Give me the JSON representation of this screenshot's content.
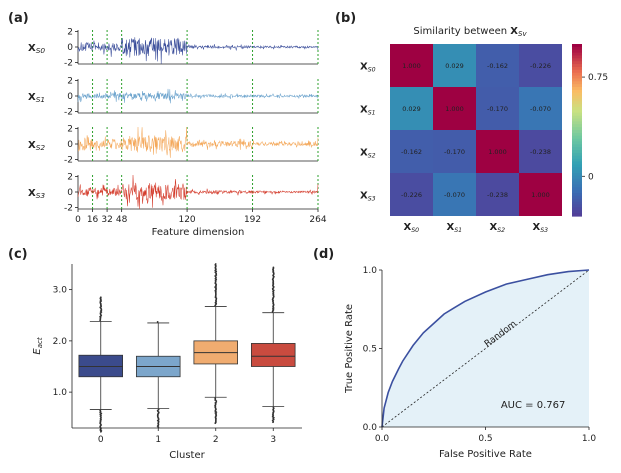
{
  "panel_labels": [
    "(a)",
    "(b)",
    "(c)",
    "(d)"
  ],
  "chart_data": [
    {
      "panel": "(a)",
      "type": "line",
      "xlabel": "Feature dimension",
      "xticks": [
        0,
        16,
        32,
        48,
        120,
        192,
        264
      ],
      "xlim": [
        0,
        264
      ],
      "yticks": [
        -2,
        0,
        2
      ],
      "ylim": [
        -2.2,
        2.2
      ],
      "boundaries": [
        16,
        32,
        48,
        120,
        192,
        264
      ],
      "boundary_color": "#2ca02c",
      "series": [
        {
          "name": "X_S0",
          "label_main": "X",
          "label_sub": "S0",
          "color": "#3a4d9a",
          "amplitude": [
            0.9,
            0.7,
            0.8,
            1.7,
            0.25,
            0.18
          ]
        },
        {
          "name": "X_S1",
          "label_main": "X",
          "label_sub": "S1",
          "color": "#6aa2cc",
          "amplitude": [
            0.5,
            0.5,
            0.6,
            0.6,
            0.25,
            0.2
          ]
        },
        {
          "name": "X_S2",
          "label_main": "X",
          "label_sub": "S2",
          "color": "#f4a85a",
          "amplitude": [
            1.3,
            0.7,
            0.9,
            1.6,
            0.55,
            0.3
          ]
        },
        {
          "name": "X_S3",
          "label_main": "X",
          "label_sub": "S3",
          "color": "#d43c2c",
          "amplitude": [
            0.9,
            0.7,
            0.7,
            1.5,
            0.3,
            0.2
          ]
        }
      ]
    },
    {
      "panel": "(b)",
      "type": "heatmap",
      "title_prefix": "Similarity between",
      "title_var_main": "X",
      "title_var_sub": "Sv",
      "row_main": "X",
      "rows": [
        "S0",
        "S1",
        "S2",
        "S3"
      ],
      "cols": [
        "S0",
        "S1",
        "S2",
        "S3"
      ],
      "values": [
        [
          1.0,
          0.029,
          -0.162,
          -0.226
        ],
        [
          0.029,
          1.0,
          -0.17,
          -0.07
        ],
        [
          -0.162,
          -0.17,
          1.0,
          -0.238
        ],
        [
          -0.226,
          -0.07,
          -0.238,
          1.0
        ]
      ],
      "value_labels": [
        [
          "1.000",
          "0.029",
          "-0.162",
          "-0.226"
        ],
        [
          "0.029",
          "1.000",
          "-0.170",
          "-0.070"
        ],
        [
          "-0.162",
          "-0.170",
          "1.000",
          "-0.238"
        ],
        [
          "-0.226",
          "-0.070",
          "-0.238",
          "1.000"
        ]
      ],
      "colorbar_range": [
        -0.3,
        1.0
      ],
      "colorbar_ticks": [
        0,
        0.75
      ],
      "colorbar_tick_labels": [
        "0",
        "0.75"
      ]
    },
    {
      "panel": "(c)",
      "type": "box",
      "xlabel": "Cluster",
      "ylabel_main": "E",
      "ylabel_sub": "act",
      "categories": [
        "0",
        "1",
        "2",
        "3"
      ],
      "ylim": [
        0.3,
        3.5
      ],
      "yticks": [
        1.0,
        2.0,
        3.0
      ],
      "ytick_labels": [
        "1.0",
        "2.0",
        "3.0"
      ],
      "boxes": [
        {
          "q1": 1.3,
          "median": 1.5,
          "q3": 1.72,
          "whisker_low": 0.66,
          "whisker_high": 2.38,
          "flier_low": 0.22,
          "flier_high": 2.85,
          "color": "#3b4b8c"
        },
        {
          "q1": 1.3,
          "median": 1.5,
          "q3": 1.7,
          "whisker_low": 0.68,
          "whisker_high": 2.35,
          "flier_low": 0.3,
          "flier_high": 2.38,
          "color": "#7ca6cb"
        },
        {
          "q1": 1.55,
          "median": 1.77,
          "q3": 2.0,
          "whisker_low": 0.9,
          "whisker_high": 2.67,
          "flier_low": 0.38,
          "flier_high": 3.5,
          "color": "#f0ac70"
        },
        {
          "q1": 1.5,
          "median": 1.7,
          "q3": 1.95,
          "whisker_low": 0.72,
          "whisker_high": 2.55,
          "flier_low": 0.4,
          "flier_high": 3.45,
          "color": "#c94b3f"
        }
      ]
    },
    {
      "panel": "(d)",
      "type": "line",
      "xlabel": "False Positive Rate",
      "ylabel": "True Positive Rate",
      "xlim": [
        0,
        1
      ],
      "ylim": [
        0,
        1
      ],
      "xticks": [
        0.0,
        0.5,
        1.0
      ],
      "xtick_labels": [
        "0.0",
        "0.5",
        "1.0"
      ],
      "yticks": [
        0.0,
        0.5,
        1.0
      ],
      "ytick_labels": [
        "0.0",
        "0.5",
        "1.0"
      ],
      "roc_x": [
        0,
        0.01,
        0.03,
        0.05,
        0.08,
        0.1,
        0.15,
        0.2,
        0.25,
        0.3,
        0.35,
        0.4,
        0.5,
        0.6,
        0.7,
        0.8,
        0.9,
        1.0
      ],
      "roc_y": [
        0,
        0.12,
        0.22,
        0.29,
        0.37,
        0.42,
        0.52,
        0.6,
        0.66,
        0.72,
        0.76,
        0.8,
        0.86,
        0.91,
        0.94,
        0.97,
        0.99,
        1.0
      ],
      "roc_color": "#3b50a0",
      "fill_color": "#e4f1f8",
      "random_label": "Random",
      "auc_label": "AUC = 0.767"
    }
  ]
}
